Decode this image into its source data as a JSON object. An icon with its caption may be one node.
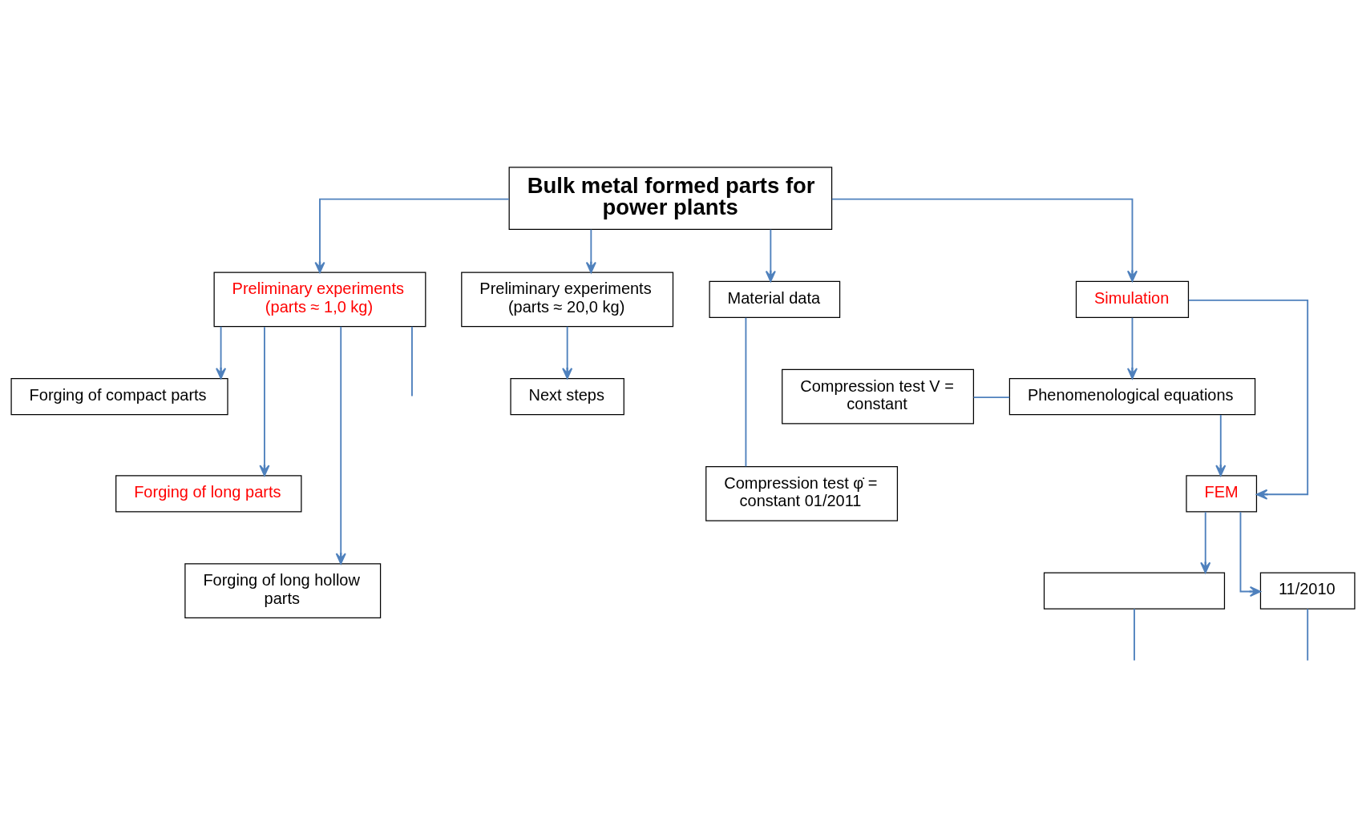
{
  "diagram": {
    "nodes": [
      {
        "text": [
          "Bulk metal formed parts for power plants"
        ]
      },
      {
        "text": [
          "Preliminary experiments (parts ≈ 1,0 kg)"
        ]
      },
      {
        "text": [
          "Preliminary experiments (parts ≈ 20,0 kg)"
        ]
      },
      {
        "text": [
          "Material data"
        ]
      },
      {
        "text": [
          "Simulation"
        ]
      },
      {
        "text": [
          "Forging of compact parts"
        ]
      },
      {
        "text": [
          "Forging of long parts"
        ]
      },
      {
        "text": [
          "Compression test V = constant"
        ]
      },
      {
        "text": [
          "Phenomenological equations"
        ]
      },
      {
        "text": [
          "FEM"
        ]
      },
      {
        "text": [
          "Forging of long hollow parts"
        ]
      },
      {
        "text": [
          "Compression test φ̇ = constant 01/2011"
        ]
      },
      {
        "text": [
          "Next steps"
        ]
      },
      {
        "text": [],
        "shape": "box"
      },
      {
        "text": [
          "11/2010"
        ]
      }
    ],
    "edges": [
      {
        "from": 0,
        "to": 1,
        "arrow": "to"
      },
      {
        "from": 0,
        "to": 2,
        "arrow": "to"
      },
      {
        "from": 0,
        "to": 3,
        "arrow": "to"
      },
      {
        "from": 0,
        "to": 4,
        "arrow": "to"
      },
      {
        "from": 1,
        "to": 5,
        "arrow": "to"
      },
      {
        "from": 1,
        "to": 6,
        "arrow": "to"
      },
      {
        "from": 1,
        "to": 10,
        "arrow": "to"
      },
      {
        "from": 1,
        "to": null,
        "arrow": "none"
      },
      {
        "from": 2,
        "to": 12,
        "arrow": "to"
      },
      {
        "from": 3,
        "to": 11,
        "arrow": "none"
      },
      {
        "from": 7,
        "to": 8,
        "arrow": "none"
      },
      {
        "from": 4,
        "to": 8,
        "arrow": "to"
      },
      {
        "from": 4,
        "to": 9,
        "arrow": "to"
      },
      {
        "from": 8,
        "to": 9,
        "arrow": "to"
      },
      {
        "from": 9,
        "to": 13,
        "arrow": "to"
      },
      {
        "from": 9,
        "to": 14,
        "arrow": "to"
      },
      {
        "from": 13,
        "to": null,
        "arrow": "none"
      },
      {
        "from": 14,
        "to": null,
        "arrow": "none"
      }
    ]
  }
}
